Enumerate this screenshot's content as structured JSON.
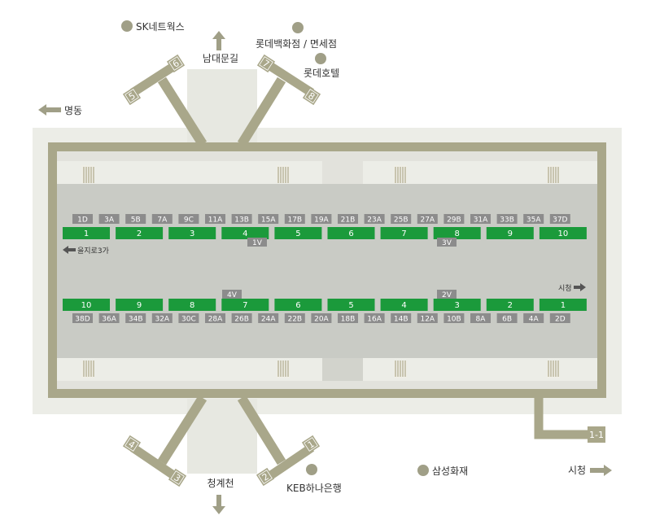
{
  "colors": {
    "outer_bg": "#ecede7",
    "frame": "#a9a78a",
    "inner_bg": "#e2e2dc",
    "platform": "#c9cbc5",
    "exit_building": "#e7e8e1",
    "code_box": "#8c8c8c",
    "door_green": "#1b9a3b",
    "arrow": "#a09f87",
    "dot": "#a09f87",
    "stairs": "#b7b39a",
    "text": "#333333"
  },
  "landmarks": {
    "sk": "SK네트웍스",
    "namdaemun": "남대문길",
    "lotte_dept": "롯데백화점 / 면세점",
    "lotte_hotel": "롯데호텔",
    "myeongdong": "명동",
    "euljiro": "을지로3가",
    "sicheong_inner": "시청",
    "cheonggye": "청계천",
    "keb": "KEB하나은행",
    "samsung": "삼성화재",
    "sicheong_bottom": "시청",
    "exit_1_1": "1-1"
  },
  "exits": {
    "e1": "1",
    "e2": "2",
    "e3": "3",
    "e4": "4",
    "e5": "5",
    "e6": "6",
    "e7": "7",
    "e8": "8"
  },
  "top_codes": [
    "1D",
    "3A",
    "5B",
    "7A",
    "9C",
    "11A",
    "13B",
    "15A",
    "17B",
    "19A",
    "21B",
    "23A",
    "25B",
    "27A",
    "29B",
    "31A",
    "33B",
    "35A",
    "37D"
  ],
  "top_doors": [
    "1",
    "2",
    "3",
    "4",
    "5",
    "6",
    "7",
    "8",
    "9",
    "10"
  ],
  "bottom_doors": [
    "10",
    "9",
    "8",
    "7",
    "6",
    "5",
    "4",
    "3",
    "2",
    "1"
  ],
  "bottom_codes": [
    "38D",
    "36A",
    "34B",
    "32A",
    "30C",
    "28A",
    "26B",
    "24A",
    "22B",
    "20A",
    "18B",
    "16A",
    "14B",
    "12A",
    "10B",
    "8A",
    "6B",
    "4A",
    "2D"
  ],
  "v_labels": {
    "v1": "1V",
    "v3": "3V",
    "v4": "4V",
    "v2": "2V"
  }
}
